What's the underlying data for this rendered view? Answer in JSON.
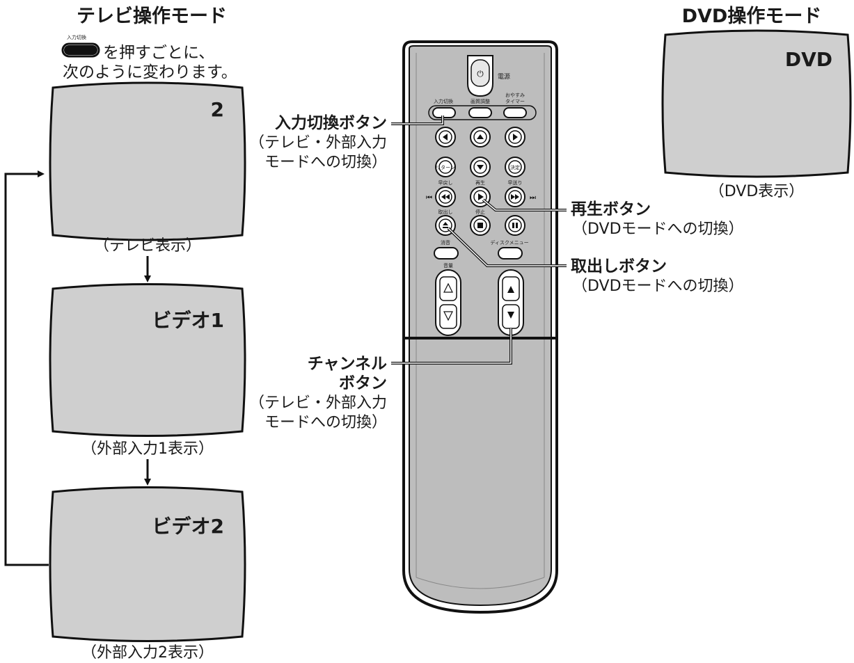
{
  "tv_mode": {
    "title": "テレビ操作モード",
    "input_button_caption": "入力切換",
    "instruction_line1": "を押すごとに、",
    "instruction_line2": "次のように変わります。",
    "screens": [
      {
        "text": "2",
        "caption": "（テレビ表示）"
      },
      {
        "text": "ビデオ1",
        "caption": "（外部入力1表示）"
      },
      {
        "text": "ビデオ2",
        "caption": "（外部入力2表示）"
      }
    ]
  },
  "dvd_mode": {
    "title": "DVD操作モード",
    "screen_text": "DVD",
    "caption": "（DVD表示）"
  },
  "callouts": {
    "input_button": {
      "title": "入力切換ボタン",
      "line2": "（テレビ・外部入力",
      "line3": "モードへの切換）"
    },
    "channel_button": {
      "title": "チャンネル",
      "title2": "ボタン",
      "line2": "（テレビ・外部入力",
      "line3": "モードへの切換）"
    },
    "play_button": {
      "title": "再生ボタン",
      "line2": "（DVDモードへの切換）"
    },
    "eject_button": {
      "title": "取出しボタン",
      "line2": "（DVDモードへの切換）"
    }
  },
  "remote": {
    "power_label": "電源",
    "btn_input": "入力切換",
    "btn_picture": "画質調整",
    "btn_sleep1": "おやすみ",
    "btn_sleep2": "タイマー",
    "btn_return": "リターン",
    "btn_enter": "決定",
    "btn_rewind": "早戻し",
    "btn_play": "再生",
    "btn_ff": "早送り",
    "btn_eject": "取出し",
    "btn_stop": "停止",
    "btn_mute": "消音",
    "btn_disc_menu": "ディスクメニュー",
    "btn_volume": "音量"
  },
  "colors": {
    "screen_fill": "#cfcfcf",
    "remote_body": "#bcbcbc",
    "line": "#111111"
  }
}
